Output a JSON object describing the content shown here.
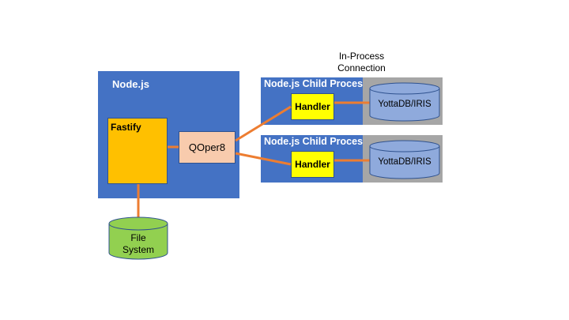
{
  "annotation": {
    "line1": "In-Process",
    "line2": "Connection"
  },
  "main_process": {
    "title": "Node.js",
    "fastify_label": "Fastify",
    "qoper_label": "QOper8"
  },
  "child_processes": [
    {
      "title": "Node.js Child Process",
      "handler_label": "Handler",
      "db_label": "YottaDB/IRIS"
    },
    {
      "title": "Node.js Child Process",
      "handler_label": "Handler",
      "db_label": "YottaDB/IRIS"
    }
  ],
  "file_system": {
    "line1": "File",
    "line2": "System"
  },
  "colors": {
    "node_blue": "#4472c4",
    "fastify": "#ffc000",
    "qoper8": "#f8cbad",
    "handler": "#ffff00",
    "db_fill": "#8faadc",
    "file_system": "#92d050",
    "connector": "#ed7d31",
    "gray_area": "#a6a6a6"
  }
}
